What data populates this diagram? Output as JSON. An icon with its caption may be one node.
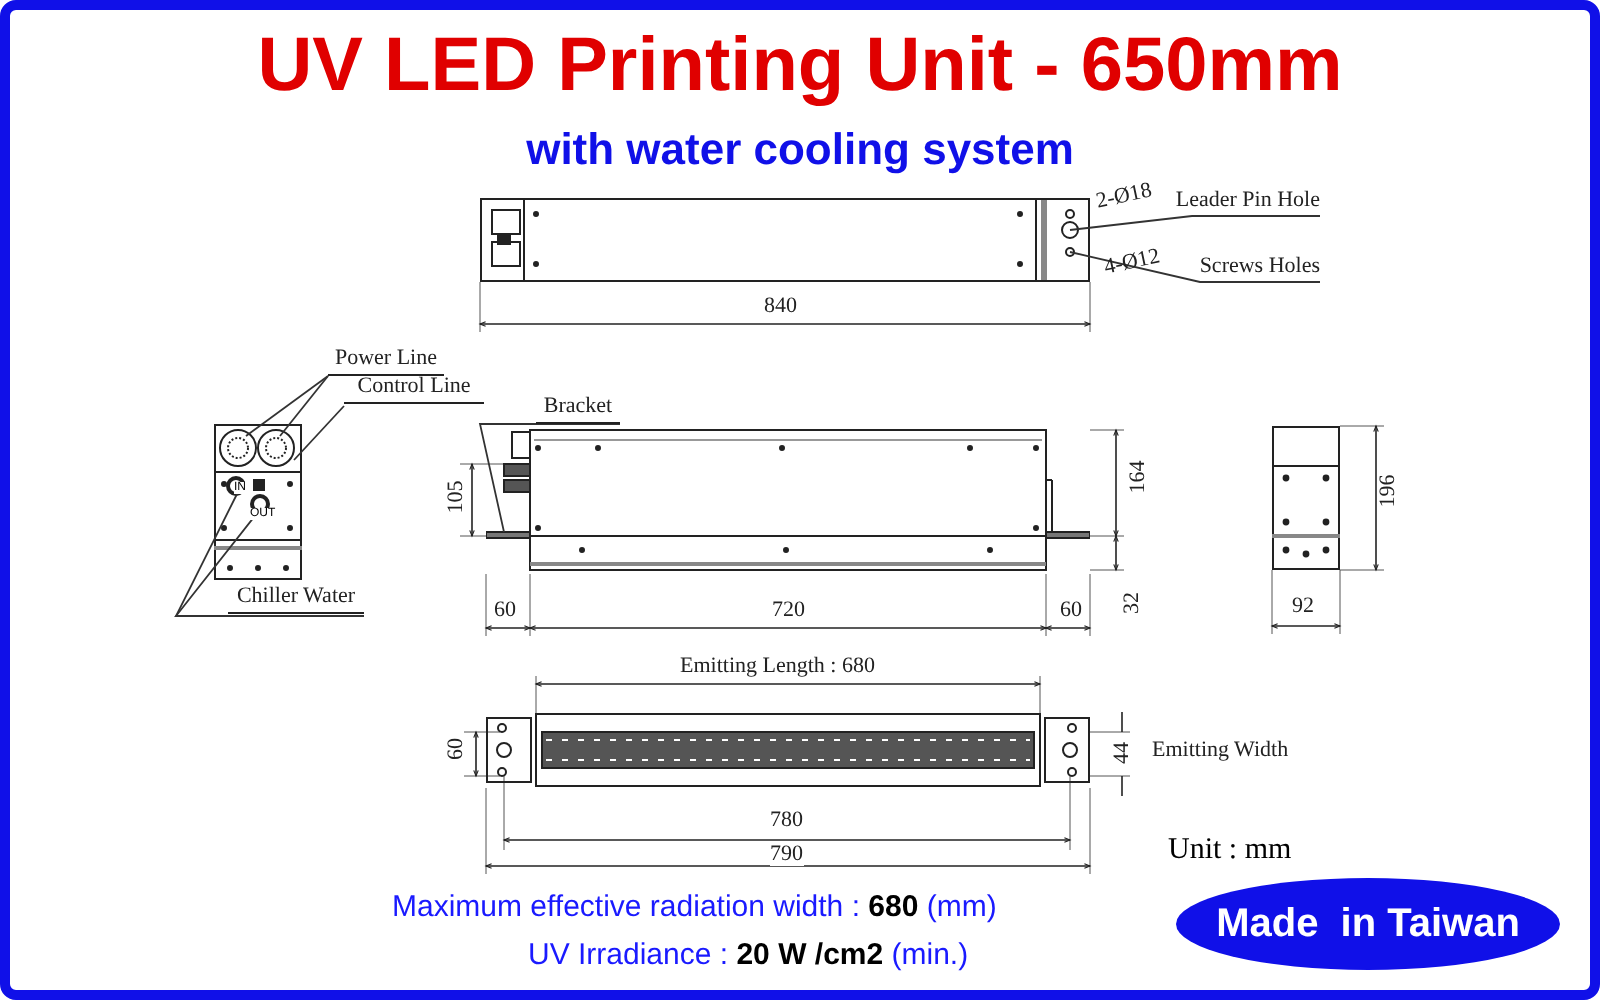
{
  "diagram": {
    "title": "UV LED Printing Unit - 650mm",
    "caption": "with water cooling system",
    "nodes": [
      {
        "text": [],
        "shape": "picture"
      },
      {
        "text": [
          "2-Ø18",
          "Leader Pin Hole"
        ]
      },
      {
        "text": [
          "4-Ø12",
          "Screws Holes"
        ]
      },
      {
        "text": [],
        "shape": "picture"
      },
      {
        "text": [
          "Power Line"
        ]
      },
      {
        "text": [
          "Control Line"
        ]
      },
      {
        "text": [
          "Bracket"
        ]
      },
      {
        "text": [],
        "shape": "picture"
      },
      {
        "text": [
          "Chiller Water"
        ]
      },
      {
        "text": [],
        "shape": "picture"
      },
      {
        "text": [],
        "shape": "picture"
      },
      {
        "text": [
          "Made  in Taiwan"
        ]
      }
    ],
    "edges": [
      {
        "from": 1,
        "to": 0,
        "arrow": "none"
      },
      {
        "from": 2,
        "to": 0,
        "arrow": "none"
      },
      {
        "from": 4,
        "to": 3,
        "arrow": "none"
      },
      {
        "from": 4,
        "to": 3,
        "arrow": "none"
      },
      {
        "from": 5,
        "to": 3,
        "arrow": "none"
      },
      {
        "from": 6,
        "to": 7,
        "arrow": "none"
      },
      {
        "from": 8,
        "to": 3,
        "arrow": "none"
      },
      {
        "from": 8,
        "to": 3,
        "arrow": "none"
      }
    ],
    "labels": [
      "840",
      "IN",
      "OUT",
      "105",
      "164",
      "196",
      "60",
      "720",
      "60",
      "32",
      "92",
      "Emitting Length : 680",
      "60",
      "44",
      "Emitting Width",
      "780",
      "790",
      "Unit : mm",
      "Maximum effective radiation width  : **680** (mm)",
      "UV Irradiance : **20 W /cm2** (min.)"
    ]
  }
}
